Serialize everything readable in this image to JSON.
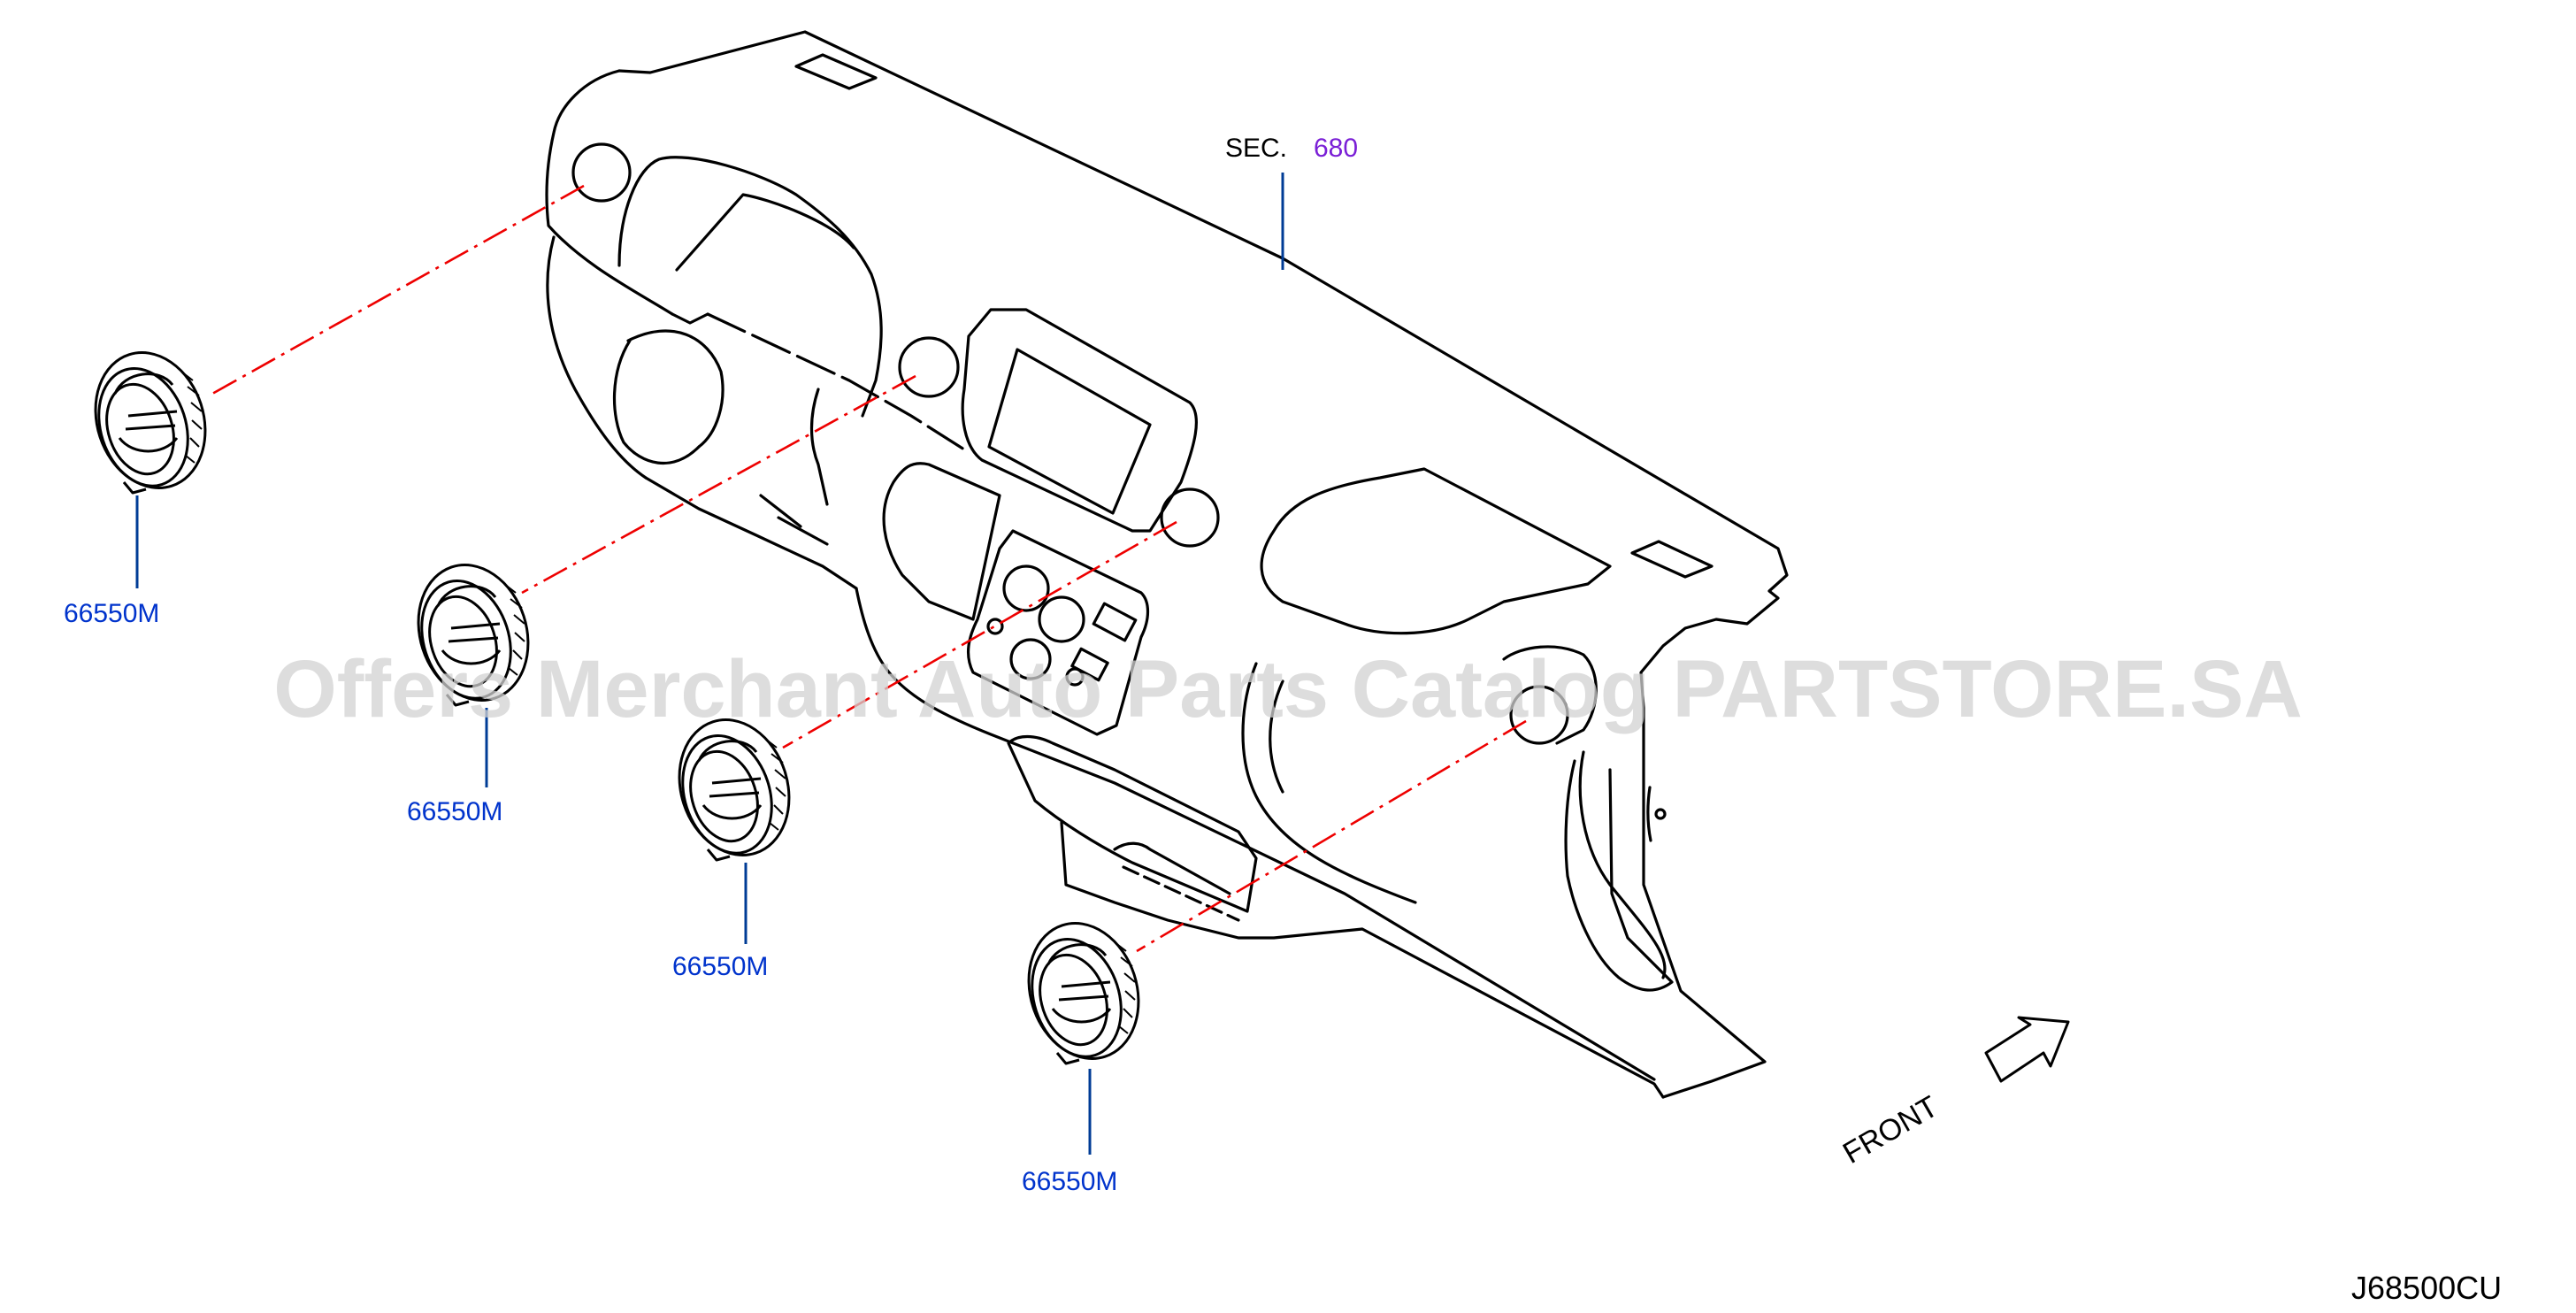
{
  "colors": {
    "line": "#000000",
    "leader": "#003c96",
    "part_label": "#0033cc",
    "sec_number": "#7a1fd6",
    "dash": "#ee0000",
    "watermark": "#d2d2d2"
  },
  "section_ref": {
    "prefix": "SEC.",
    "number": "680"
  },
  "parts": [
    {
      "id": "vent-1",
      "number": "66550M"
    },
    {
      "id": "vent-2",
      "number": "66550M"
    },
    {
      "id": "vent-3",
      "number": "66550M"
    },
    {
      "id": "vent-4",
      "number": "66550M"
    }
  ],
  "front_label": "FRONT",
  "diagram_code": "J68500CU",
  "watermark": "Offers Merchant Auto Parts Catalog PARTSTORE.SA"
}
